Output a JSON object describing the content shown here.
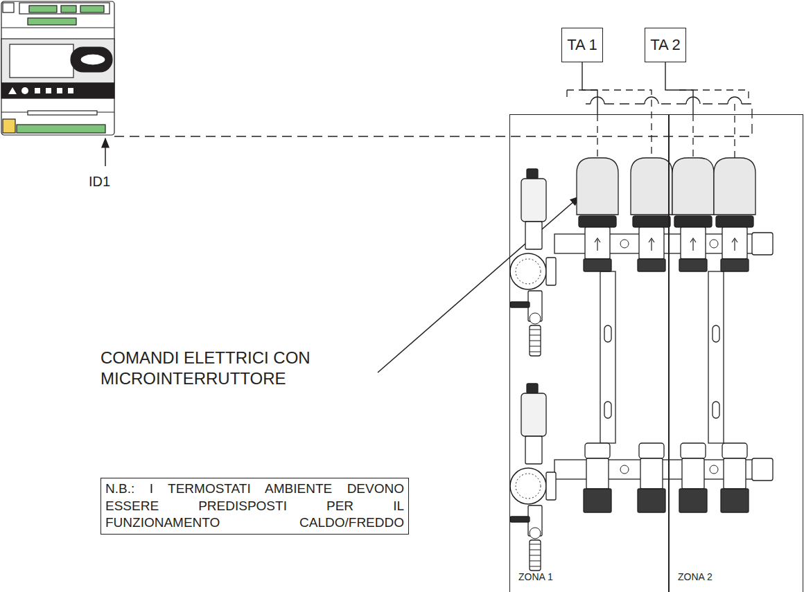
{
  "diagram": {
    "nodes": [
      {
        "text": [
          "TA 1"
        ]
      },
      {
        "text": [
          "TA 2"
        ]
      },
      {
        "text": [
          "N.B.: I TERMOSTATI AMBIENTE DEVONO ESSERE PREDISPOSTI PER IL FUNZIONAMENTO CALDO/FREDDO"
        ]
      },
      {
        "text": [
          "ZONA 1"
        ]
      },
      {
        "text": [
          "ZONA 2"
        ]
      }
    ],
    "edges": [
      {
        "from": 0,
        "to": 3,
        "arrow": "none"
      },
      {
        "from": 1,
        "to": 4,
        "arrow": "none"
      }
    ],
    "labels": [
      "ID1",
      "COMANDI ELETTRICI CON MICROINTERRUTTORE"
    ]
  }
}
